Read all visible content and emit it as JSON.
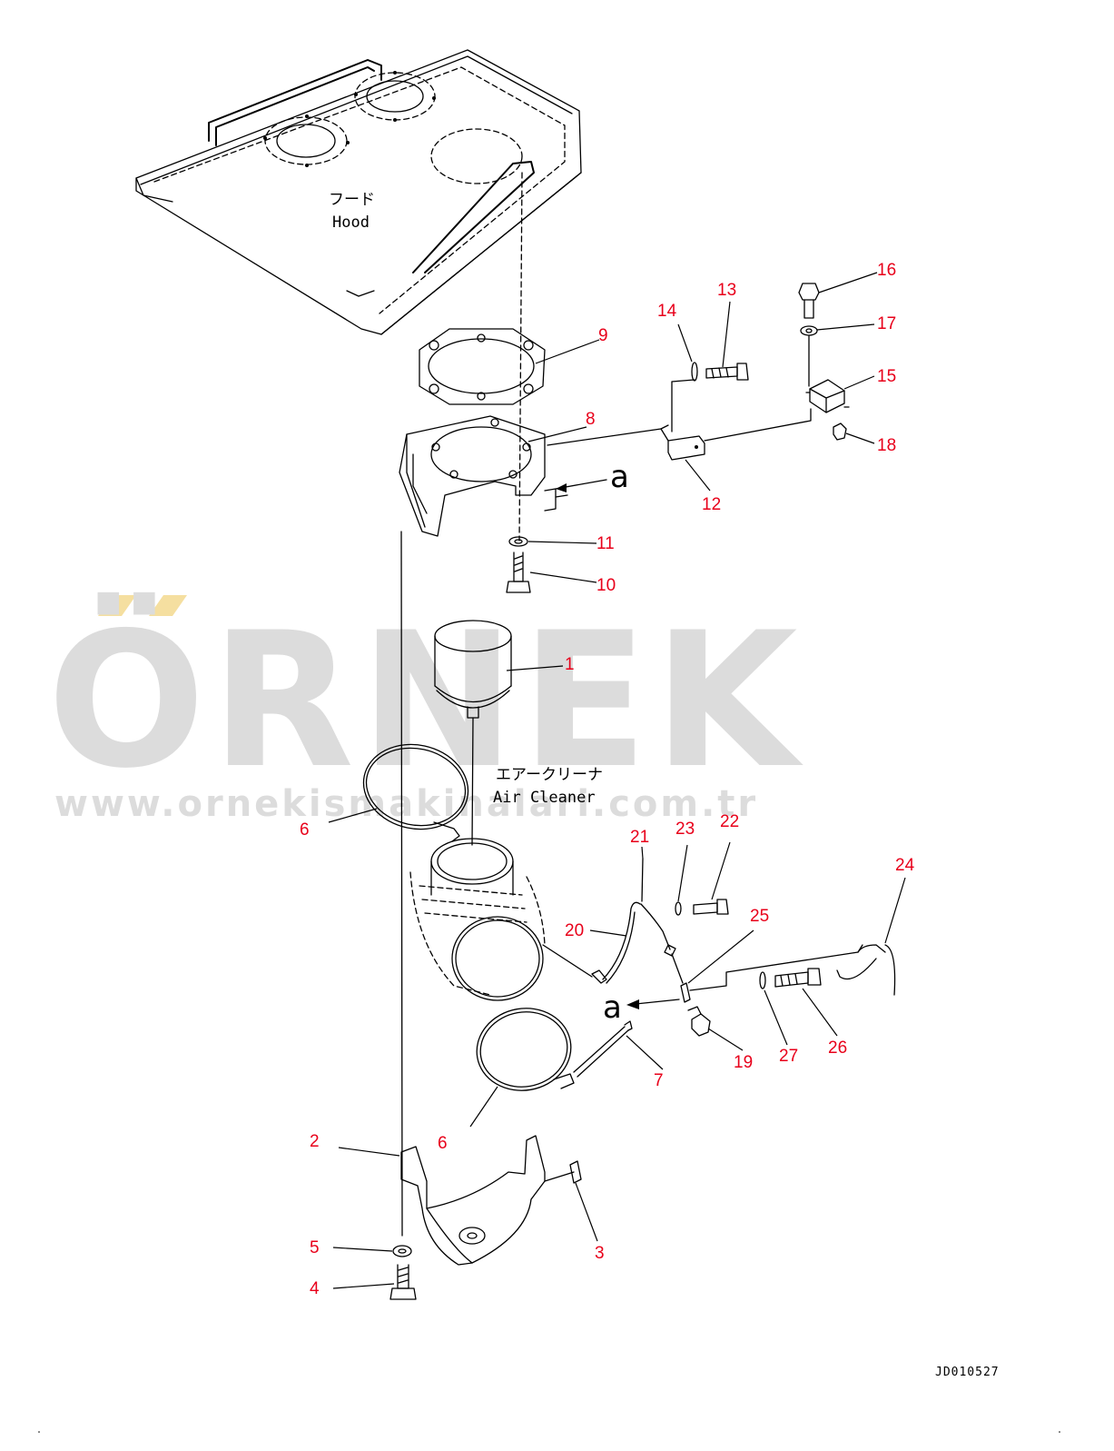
{
  "labels": {
    "hood_jp": "フード",
    "hood_en": "Hood",
    "air_cleaner_jp": "エアークリーナ",
    "air_cleaner_en": "Air Cleaner",
    "ref_a_top": "a",
    "ref_a_bottom": "a"
  },
  "watermark": {
    "brand": "ÖRNEK",
    "url": "www.ornekismakinalari.com.tr",
    "color": "#dcdcdc",
    "accent_color": "#f5dfa0"
  },
  "drawing_code": "JD010527",
  "callout_color": "#e8001a",
  "callouts": {
    "c1": "1",
    "c2": "2",
    "c3": "3",
    "c4": "4",
    "c5": "5",
    "c6a": "6",
    "c6b": "6",
    "c7": "7",
    "c8": "8",
    "c9": "9",
    "c10": "10",
    "c11": "11",
    "c12": "12",
    "c13": "13",
    "c14": "14",
    "c15": "15",
    "c16": "16",
    "c17": "17",
    "c18": "18",
    "c19": "19",
    "c20": "20",
    "c21": "21",
    "c22": "22",
    "c23": "23",
    "c24": "24",
    "c25": "25",
    "c26": "26",
    "c27": "27"
  }
}
